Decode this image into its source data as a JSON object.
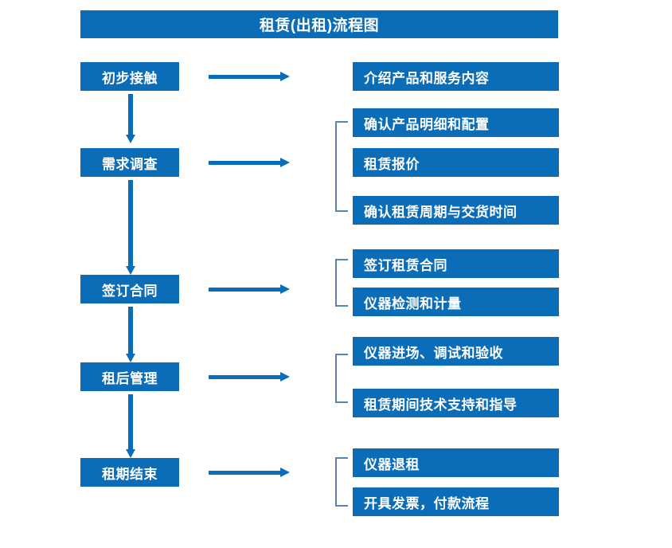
{
  "diagram": {
    "title": "租赁(出租)流程图",
    "accent_color": "#0b6cb8",
    "bracket_color": "#5a84b4",
    "text_color": "#ffffff",
    "background_color": "#ffffff",
    "stages": [
      {
        "label": "初步接触",
        "details": [
          "介绍产品和服务内容"
        ],
        "has_bracket": false,
        "arrow_to_next": true
      },
      {
        "label": "需求调查",
        "details": [
          "确认产品明细和配置",
          "租赁报价",
          "确认租赁周期与交货时间"
        ],
        "has_bracket": true,
        "arrow_to_next": true
      },
      {
        "label": "签订合同",
        "details": [
          "签订租赁合同",
          "仪器检测和计量"
        ],
        "has_bracket": true,
        "arrow_to_next": true
      },
      {
        "label": "租后管理",
        "details": [
          "仪器进场、调试和验收",
          "租赁期间技术支持和指导"
        ],
        "has_bracket": true,
        "arrow_to_next": true
      },
      {
        "label": "租期结束",
        "details": [
          "仪器退租",
          "开具发票，付款流程"
        ],
        "has_bracket": true,
        "arrow_to_next": false
      }
    ]
  }
}
